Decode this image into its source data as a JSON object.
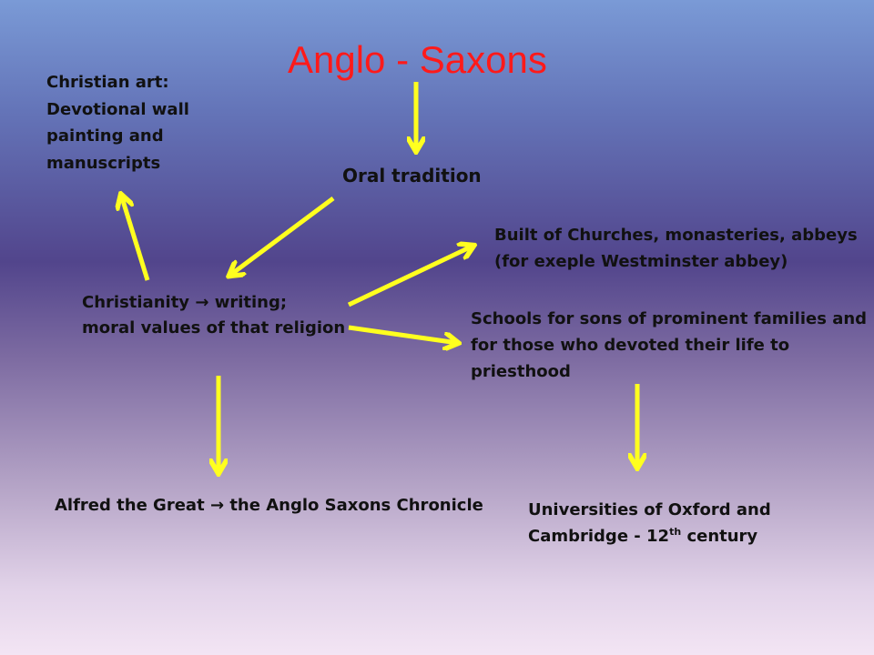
{
  "title": "Anglo - Saxons",
  "nodes": {
    "christian_art": [
      "Christian art:",
      "Devotional wall",
      "painting and",
      "manuscripts"
    ],
    "oral_tradition": "Oral tradition",
    "christianity": {
      "line1_before": "Christianity",
      "line1_after": "writing;",
      "line2": "moral values of that religion"
    },
    "churches": [
      "Built of Churches, monasteries, abbeys",
      "(for exeple Westminster abbey)"
    ],
    "schools": [
      "Schools for sons of prominent families and",
      "for those who devoted their life to",
      "priesthood"
    ],
    "alfred": {
      "before": "Alfred the Great",
      "after": "the Anglo Saxons Chronicle"
    },
    "universities": {
      "line1": "Universities of Oxford and",
      "line2_before": "Cambridge  - 12",
      "line2_sup": "th",
      "line2_after": " century"
    }
  },
  "arrow_symbol": "→",
  "colors": {
    "title": "#ff1a1a",
    "arrow": "#ffff1f",
    "text": "#111111"
  }
}
